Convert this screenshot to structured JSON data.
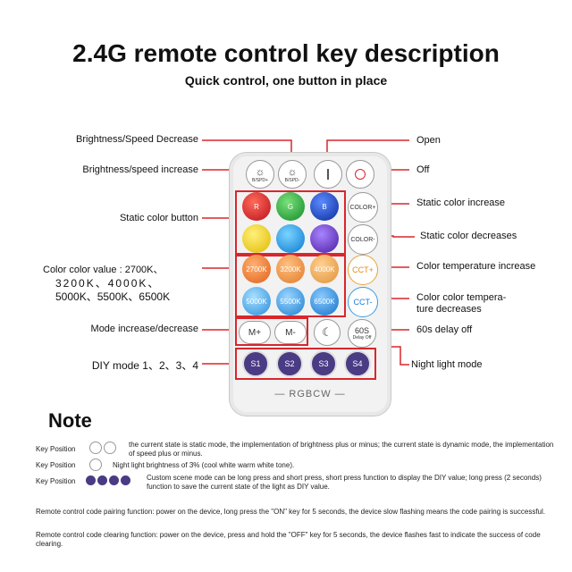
{
  "header": {
    "title": "2.4G remote control key description",
    "subtitle": "Quick control, one button in place"
  },
  "labels_left": {
    "brightness_speed_decrease": "Brightness/Speed Decrease",
    "brightness_speed_increase": "Brightness/speed increase",
    "static_color_button": "Static color button",
    "color_value_line1": "Color color value : 2700K、",
    "color_value_line2": "3200K、4000K、",
    "color_value_line3": "5000K、5500K、6500K",
    "mode_inc_dec": "Mode increase/decrease",
    "diy_mode": "DIY mode 1、2、3、4"
  },
  "labels_right": {
    "open": "Open",
    "off": "Off",
    "static_color_increase": "Static color increase",
    "static_color_decreases": "Static color decreases",
    "color_temp_increase": "Color temperature increase",
    "color_temp_decrease_1": "Color color tempera-",
    "color_temp_decrease_2": "ture decreases",
    "delay_off": "60s delay off",
    "night_light": "Night light mode"
  },
  "remote": {
    "spd_plus": "B/SPD+",
    "spd_minus": "B/SPD-",
    "color_plus": "COLOR+",
    "color_minus": "COLOR-",
    "r": "R",
    "g": "G",
    "b": "B",
    "cct_plus": "CCT+",
    "cct_minus": "CCT-",
    "k2700": "2700K",
    "k3200": "3200K",
    "k4000": "4000K",
    "k5000": "5000K",
    "k5500": "5500K",
    "k6500": "6500K",
    "m_plus": "M+",
    "m_minus": "M-",
    "delay_top": "60S",
    "delay_bottom": "Delay Off",
    "s1": "S1",
    "s2": "S2",
    "s3": "S3",
    "s4": "S4",
    "brand": "— RGBCW —"
  },
  "note": {
    "heading": "Note",
    "key_position": "Key Position",
    "row1": "the current state is static mode, the implementation of brightness plus or minus; the current state is dynamic mode, the implementation of speed plus or minus.",
    "row2": "Night light brightness of 3% (cool white warm white tone).",
    "row3": "Custom scene mode can be long press and short press, short press function to display the DIY value; long press (2 seconds) function to save the current state of the light as DIY value.",
    "pairing": "Remote control code pairing function: power on the device, long press the \"ON\" key for 5 seconds, the device slow flashing means the code pairing is successful.",
    "clearing": "Remote control code clearing function: power on the device, press and hold the \"OFF\" key for 5 seconds, the device flashes fast to indicate the success of code clearing."
  },
  "colors": {
    "accent_red": "#d9262c",
    "diy_purple": "#4a3b84"
  }
}
